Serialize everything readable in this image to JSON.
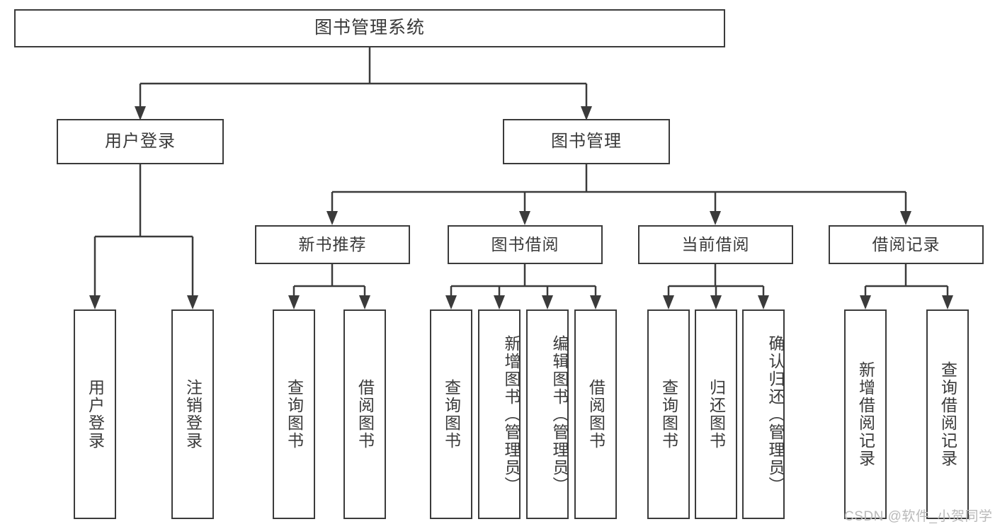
{
  "diagram": {
    "type": "tree-hierarchy-flowchart",
    "title": "图书管理系统",
    "watermark": "CSDN @软件_小贺同学",
    "colors": {
      "stroke": "#3b3b3b",
      "text": "#3a3a3a",
      "background": "#ffffff",
      "watermark": "#b9b9b9"
    },
    "nodes": {
      "root": {
        "label": "图书管理系统"
      },
      "level2": [
        {
          "label": "用户登录"
        },
        {
          "label": "图书管理"
        }
      ],
      "level3": [
        {
          "label": "新书推荐"
        },
        {
          "label": "图书借阅"
        },
        {
          "label": "当前借阅"
        },
        {
          "label": "借阅记录"
        }
      ],
      "leaves": {
        "user_login": [
          {
            "label": "用户登录"
          },
          {
            "label": "注销登录"
          }
        ],
        "new_book_recommend": [
          {
            "label": "查询图书"
          },
          {
            "label": "借阅图书"
          }
        ],
        "book_borrow": [
          {
            "label": "查询图书"
          },
          {
            "label": "新增图书（管理员）"
          },
          {
            "label": "编辑图书（管理员）"
          },
          {
            "label": "借阅图书"
          }
        ],
        "current_borrow": [
          {
            "label": "查询图书"
          },
          {
            "label": "归还图书"
          },
          {
            "label": "确认归还（管理员）"
          }
        ],
        "borrow_record": [
          {
            "label": "新增借阅记录"
          },
          {
            "label": "查询借阅记录"
          }
        ]
      }
    }
  }
}
